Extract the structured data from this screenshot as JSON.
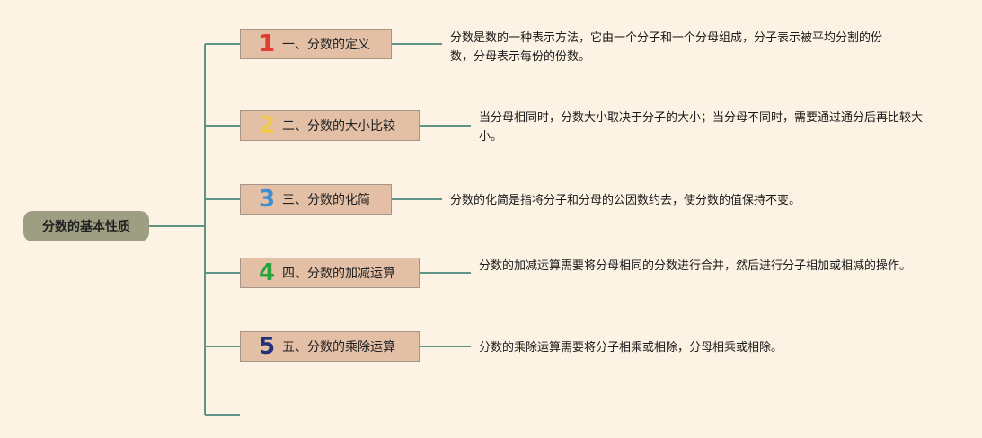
{
  "root": {
    "label": "分数的基本性质"
  },
  "branches": [
    {
      "number": "1",
      "number_color": "#e23b30",
      "label": "一、分数的定义",
      "desc": "分数是数的一种表示方法，它由一个分子和一个分母组成，分子表示被平均分割的份数，分母表示每份的份数。"
    },
    {
      "number": "2",
      "number_color": "#f1cb48",
      "label": "二、分数的大小比较",
      "desc": "当分母相同时，分数大小取决于分子的大小；当分母不同时，需要通过通分后再比较大小。"
    },
    {
      "number": "3",
      "number_color": "#3d8fd1",
      "label": "三、分数的化简",
      "desc": "分数的化简是指将分子和分母的公因数约去，使分数的值保持不变。"
    },
    {
      "number": "4",
      "number_color": "#28a43a",
      "label": "四、分数的加减运算",
      "desc": "分数的加减运算需要将分母相同的分数进行合并，然后进行分子相加或相减的操作。"
    },
    {
      "number": "5",
      "number_color": "#21317a",
      "label": "五、分数的乘除运算",
      "desc": "分数的乘除运算需要将分子相乘或相除，分母相乘或相除。"
    }
  ],
  "colors": {
    "connector": "#5f9383",
    "background": "#fdf3e4"
  }
}
